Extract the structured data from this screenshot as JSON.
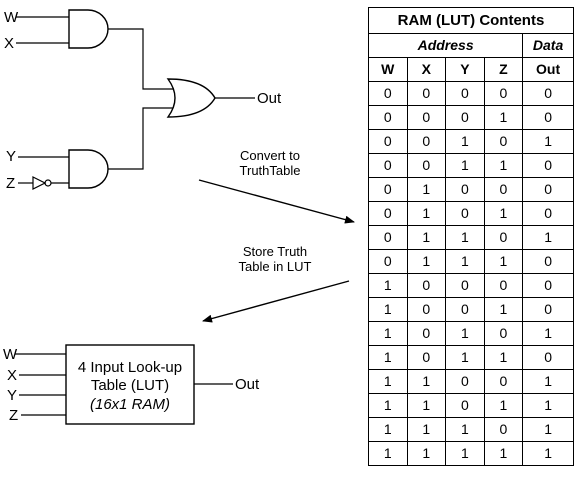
{
  "inputs": {
    "w": "W",
    "x": "X",
    "y": "Y",
    "z": "Z"
  },
  "output_label": "Out",
  "arrow1_note": [
    "Convert to",
    "TruthTable"
  ],
  "arrow2_note": [
    "Store Truth",
    "Table in LUT"
  ],
  "lut_block": {
    "line1": "4 Input Look-up",
    "line2": "Table (LUT)",
    "line3": "(16x1 RAM)"
  },
  "table": {
    "title": "RAM (LUT) Contents",
    "address_header": "Address",
    "data_header": "Data",
    "columns": [
      "W",
      "X",
      "Y",
      "Z",
      "Out"
    ],
    "rows": [
      [
        "0",
        "0",
        "0",
        "0",
        "0"
      ],
      [
        "0",
        "0",
        "0",
        "1",
        "0"
      ],
      [
        "0",
        "0",
        "1",
        "0",
        "1"
      ],
      [
        "0",
        "0",
        "1",
        "1",
        "0"
      ],
      [
        "0",
        "1",
        "0",
        "0",
        "0"
      ],
      [
        "0",
        "1",
        "0",
        "1",
        "0"
      ],
      [
        "0",
        "1",
        "1",
        "0",
        "1"
      ],
      [
        "0",
        "1",
        "1",
        "1",
        "0"
      ],
      [
        "1",
        "0",
        "0",
        "0",
        "0"
      ],
      [
        "1",
        "0",
        "0",
        "1",
        "0"
      ],
      [
        "1",
        "0",
        "1",
        "0",
        "1"
      ],
      [
        "1",
        "0",
        "1",
        "1",
        "0"
      ],
      [
        "1",
        "1",
        "0",
        "0",
        "1"
      ],
      [
        "1",
        "1",
        "0",
        "1",
        "1"
      ],
      [
        "1",
        "1",
        "1",
        "0",
        "1"
      ],
      [
        "1",
        "1",
        "1",
        "1",
        "1"
      ]
    ]
  }
}
